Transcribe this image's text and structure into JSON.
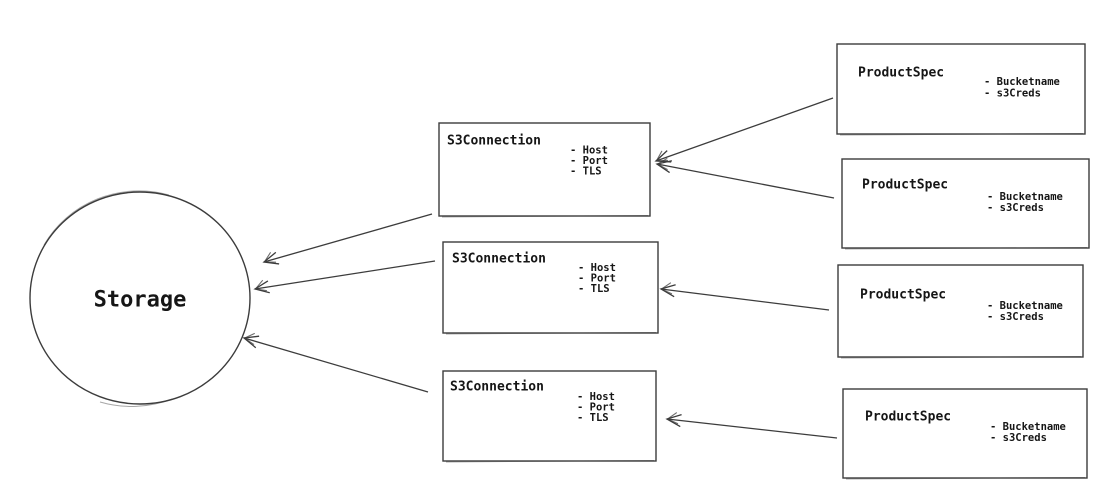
{
  "diagram": {
    "storage": {
      "label": "Storage"
    },
    "s3_connections": [
      {
        "title": "S3Connection",
        "attributes": [
          "- Host",
          "- Port",
          "- TLS"
        ]
      },
      {
        "title": "S3Connection",
        "attributes": [
          "- Host",
          "- Port",
          "- TLS"
        ]
      },
      {
        "title": "S3Connection",
        "attributes": [
          "- Host",
          "- Port",
          "- TLS"
        ]
      }
    ],
    "product_specs": [
      {
        "title": "ProductSpec",
        "attributes": [
          "- Bucketname",
          "- s3Creds"
        ]
      },
      {
        "title": "ProductSpec",
        "attributes": [
          "- Bucketname",
          "- s3Creds"
        ]
      },
      {
        "title": "ProductSpec",
        "attributes": [
          "- Bucketname",
          "- s3Creds"
        ]
      },
      {
        "title": "ProductSpec",
        "attributes": [
          "- Bucketname",
          "- s3Creds"
        ]
      }
    ],
    "edges": [
      {
        "from": "ProductSpec 1",
        "to": "S3Connection 1"
      },
      {
        "from": "ProductSpec 2",
        "to": "S3Connection 1"
      },
      {
        "from": "ProductSpec 3",
        "to": "S3Connection 2"
      },
      {
        "from": "ProductSpec 4",
        "to": "S3Connection 3"
      },
      {
        "from": "S3Connection 1",
        "to": "Storage"
      },
      {
        "from": "S3Connection 2",
        "to": "Storage"
      },
      {
        "from": "S3Connection 3",
        "to": "Storage"
      }
    ],
    "colors": {
      "stroke": "#3c3c3c",
      "text": "#161616",
      "background": "#ffffff"
    }
  }
}
